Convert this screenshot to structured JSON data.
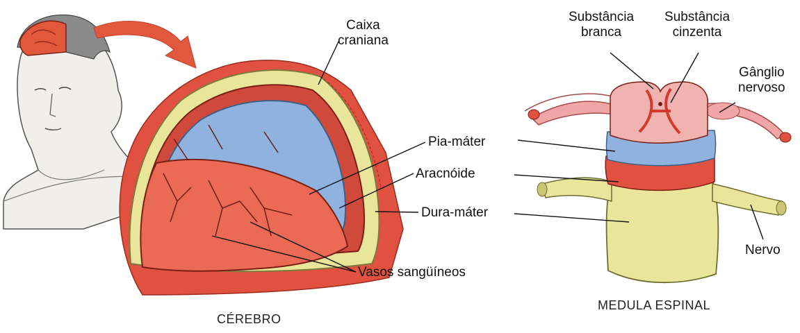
{
  "labels": {
    "caixa_line1": "Caixa",
    "caixa_line2": "craniana",
    "pia": "Pia-máter",
    "aracnoide": "Aracnóide",
    "dura": "Dura-máter",
    "vasos": "Vasos sangüíneos",
    "branca_line1": "Substância",
    "branca_line2": "branca",
    "cinzenta_line1": "Substância",
    "cinzenta_line2": "cinzenta",
    "ganglio_line1": "Gânglio",
    "ganglio_line2": "nervoso",
    "nervo": "Nervo"
  },
  "captions": {
    "brain": "CÉREBRO",
    "spine": "MEDULA ESPINAL"
  },
  "colors": {
    "flesh_red": "#e0513f",
    "bone_yellow": "#e9e59a",
    "pia_blue": "#8fb3de",
    "nerve_pink": "#f0a6a6",
    "arrow_red": "#e2583d"
  }
}
